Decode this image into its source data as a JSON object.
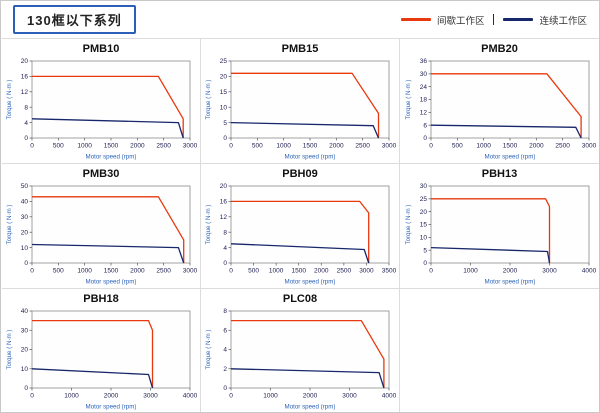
{
  "page": {
    "title": "130框以下系列"
  },
  "legend": {
    "items": [
      {
        "label": "间歇工作区",
        "color": "#e8380d"
      },
      {
        "label": "连续工作区",
        "color": "#17276b"
      }
    ]
  },
  "chart_data": [
    {
      "type": "line",
      "title": "PMB10",
      "xlabel": "Motor speed (rpm)",
      "ylabel": "Torque ( N·m )",
      "xlim": [
        0,
        3000
      ],
      "ylim": [
        0,
        20
      ],
      "xticks": [
        0,
        500,
        1000,
        1500,
        2000,
        2500,
        3000
      ],
      "yticks": [
        0,
        4,
        8,
        12,
        16,
        20
      ],
      "series": [
        {
          "name": "间歇工作区",
          "color": "#e8380d",
          "points": [
            [
              0,
              16
            ],
            [
              2400,
              16
            ],
            [
              2870,
              5
            ],
            [
              2870,
              0
            ]
          ]
        },
        {
          "name": "连续工作区",
          "color": "#17276b",
          "points": [
            [
              0,
              5
            ],
            [
              2780,
              4
            ],
            [
              2870,
              0
            ]
          ]
        }
      ]
    },
    {
      "type": "line",
      "title": "PMB15",
      "xlabel": "Motor speed (rpm)",
      "ylabel": "Torque ( N·m )",
      "xlim": [
        0,
        3000
      ],
      "ylim": [
        0,
        25
      ],
      "xticks": [
        0,
        500,
        1000,
        1500,
        2000,
        2500,
        3000
      ],
      "yticks": [
        0,
        5,
        10,
        15,
        20,
        25
      ],
      "series": [
        {
          "name": "间歇工作区",
          "color": "#e8380d",
          "points": [
            [
              0,
              21
            ],
            [
              2300,
              21
            ],
            [
              2800,
              8
            ],
            [
              2800,
              0
            ]
          ]
        },
        {
          "name": "连续工作区",
          "color": "#17276b",
          "points": [
            [
              0,
              5
            ],
            [
              2700,
              4
            ],
            [
              2800,
              0
            ]
          ]
        }
      ]
    },
    {
      "type": "line",
      "title": "PMB20",
      "xlabel": "Motor speed (rpm)",
      "ylabel": "Torque ( N·m )",
      "xlim": [
        0,
        3000
      ],
      "ylim": [
        0,
        36
      ],
      "xticks": [
        0,
        500,
        1000,
        1500,
        2000,
        2500,
        3000
      ],
      "yticks": [
        0,
        6,
        12,
        18,
        24,
        30,
        36
      ],
      "series": [
        {
          "name": "间歇工作区",
          "color": "#e8380d",
          "points": [
            [
              0,
              30
            ],
            [
              2200,
              30
            ],
            [
              2850,
              10
            ],
            [
              2850,
              0
            ]
          ]
        },
        {
          "name": "连续工作区",
          "color": "#17276b",
          "points": [
            [
              0,
              6
            ],
            [
              2750,
              5
            ],
            [
              2850,
              0
            ]
          ]
        }
      ]
    },
    {
      "type": "line",
      "title": "PMB30",
      "xlabel": "Motor speed (rpm)",
      "ylabel": "Torque ( N·m )",
      "xlim": [
        0,
        3000
      ],
      "ylim": [
        0,
        50
      ],
      "xticks": [
        0,
        500,
        1000,
        1500,
        2000,
        2500,
        3000
      ],
      "yticks": [
        0,
        10,
        20,
        30,
        40,
        50
      ],
      "series": [
        {
          "name": "间歇工作区",
          "color": "#e8380d",
          "points": [
            [
              0,
              43
            ],
            [
              2400,
              43
            ],
            [
              2880,
              15
            ],
            [
              2880,
              0
            ]
          ]
        },
        {
          "name": "连续工作区",
          "color": "#17276b",
          "points": [
            [
              0,
              12
            ],
            [
              2780,
              10
            ],
            [
              2880,
              0
            ]
          ]
        }
      ]
    },
    {
      "type": "line",
      "title": "PBH09",
      "xlabel": "Motor speed (rpm)",
      "ylabel": "Torque ( N·m )",
      "xlim": [
        0,
        3500
      ],
      "ylim": [
        0,
        20
      ],
      "xticks": [
        0,
        500,
        1000,
        1500,
        2000,
        2500,
        3000,
        3500
      ],
      "yticks": [
        0,
        4,
        8,
        12,
        16,
        20
      ],
      "series": [
        {
          "name": "间歇工作区",
          "color": "#e8380d",
          "points": [
            [
              0,
              16
            ],
            [
              2850,
              16
            ],
            [
              3050,
              13
            ],
            [
              3050,
              0
            ]
          ]
        },
        {
          "name": "连续工作区",
          "color": "#17276b",
          "points": [
            [
              0,
              5
            ],
            [
              2950,
              3.5
            ],
            [
              3050,
              0
            ]
          ]
        }
      ]
    },
    {
      "type": "line",
      "title": "PBH13",
      "xlabel": "Motor speed (rpm)",
      "ylabel": "Torque ( N·m )",
      "xlim": [
        0,
        4000
      ],
      "ylim": [
        0,
        30
      ],
      "xticks": [
        0,
        1000,
        2000,
        3000,
        4000
      ],
      "yticks": [
        0,
        5,
        10,
        15,
        20,
        25,
        30
      ],
      "series": [
        {
          "name": "间歇工作区",
          "color": "#e8380d",
          "points": [
            [
              0,
              25
            ],
            [
              2900,
              25
            ],
            [
              3000,
              22
            ],
            [
              3000,
              0
            ]
          ]
        },
        {
          "name": "连续工作区",
          "color": "#17276b",
          "points": [
            [
              0,
              6
            ],
            [
              2950,
              4.5
            ],
            [
              3000,
              0
            ]
          ]
        }
      ]
    },
    {
      "type": "line",
      "title": "PBH18",
      "xlabel": "Motor speed (rpm)",
      "ylabel": "Torque ( N·m )",
      "xlim": [
        0,
        4000
      ],
      "ylim": [
        0,
        40
      ],
      "xticks": [
        0,
        1000,
        2000,
        3000,
        4000
      ],
      "yticks": [
        0,
        10,
        20,
        30,
        40
      ],
      "series": [
        {
          "name": "间歇工作区",
          "color": "#e8380d",
          "points": [
            [
              0,
              35
            ],
            [
              2950,
              35
            ],
            [
              3050,
              30
            ],
            [
              3050,
              0
            ]
          ]
        },
        {
          "name": "连续工作区",
          "color": "#17276b",
          "points": [
            [
              0,
              10
            ],
            [
              2950,
              7
            ],
            [
              3050,
              0
            ]
          ]
        }
      ]
    },
    {
      "type": "line",
      "title": "PLC08",
      "xlabel": "Motor speed (rpm)",
      "ylabel": "Torque ( N·m )",
      "xlim": [
        0,
        4000
      ],
      "ylim": [
        0,
        8
      ],
      "xticks": [
        0,
        1000,
        2000,
        3000,
        4000
      ],
      "yticks": [
        0,
        2,
        4,
        6,
        8
      ],
      "series": [
        {
          "name": "间歇工作区",
          "color": "#e8380d",
          "points": [
            [
              0,
              7
            ],
            [
              3300,
              7
            ],
            [
              3870,
              3
            ],
            [
              3870,
              0
            ]
          ]
        },
        {
          "name": "连续工作区",
          "color": "#17276b",
          "points": [
            [
              0,
              2
            ],
            [
              3750,
              1.6
            ],
            [
              3870,
              0
            ]
          ]
        }
      ]
    }
  ]
}
